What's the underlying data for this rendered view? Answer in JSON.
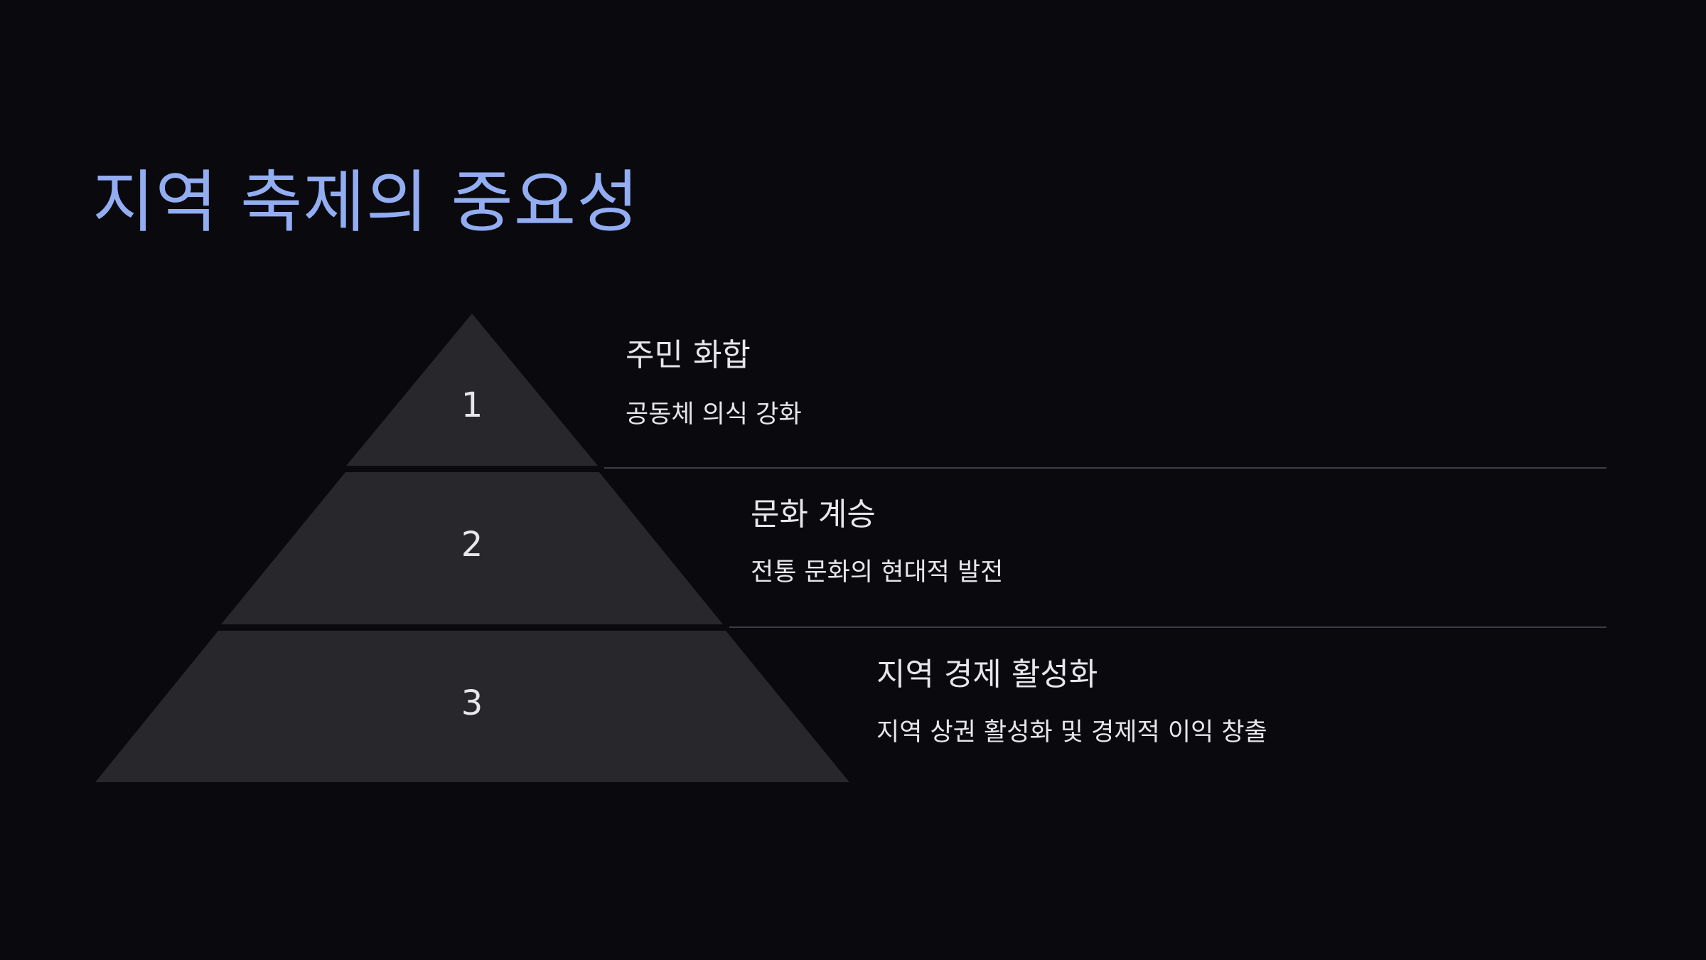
{
  "title": "지역 축제의 중요성",
  "colors": {
    "background": "#09090e",
    "title": "#93adf2",
    "pyramid_fill": "#27272c",
    "text": "#e7e7ea",
    "divider": "#3d3d44"
  },
  "levels": [
    {
      "number": "1",
      "heading": "주민 화합",
      "description": "공동체 의식 강화"
    },
    {
      "number": "2",
      "heading": "문화 계승",
      "description": "전통 문화의 현대적 발전"
    },
    {
      "number": "3",
      "heading": "지역 경제 활성화",
      "description": "지역 상권 활성화 및 경제적 이익 창출"
    }
  ]
}
